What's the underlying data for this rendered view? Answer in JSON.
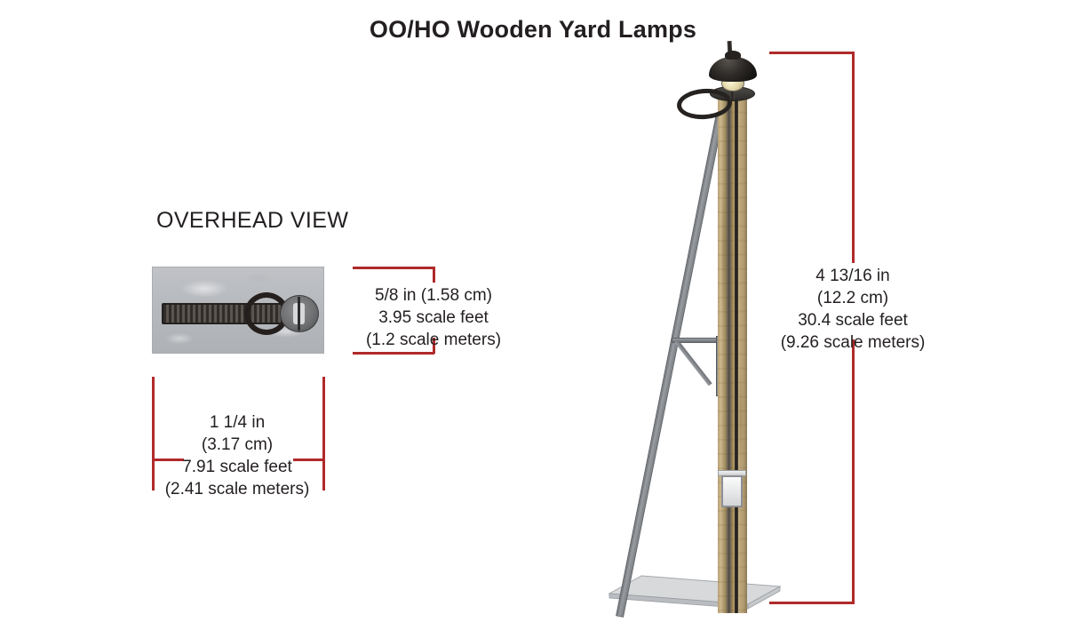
{
  "title": "OO/HO Wooden Yard Lamps",
  "overhead": {
    "label": "OVERHEAD VIEW",
    "icons": {
      "ladder": "ladder-top-icon",
      "ring": "ring-icon",
      "head": "lamp-head-icon"
    }
  },
  "dimensions": {
    "accent_color": "#b02a2a",
    "depth": {
      "name": "overhead-depth",
      "line1": "5/8 in (1.58 cm)",
      "line2": "3.95 scale feet",
      "line3": "(1.2 scale meters)"
    },
    "width": {
      "name": "overhead-width",
      "line1": "1 1/4 in",
      "line2": "(3.17 cm)",
      "line3": "7.91 scale feet",
      "line4": "(2.41 scale meters)"
    },
    "height": {
      "name": "lamp-height",
      "line1": "4 13/16 in",
      "line2": "(12.2 cm)",
      "line3": "30.4 scale feet",
      "line4": "(9.26 scale meters)"
    }
  },
  "illustration": {
    "name": "wooden-yard-lamp-render",
    "parts": {
      "pole": "wooden-pole",
      "ladder": "diagonal-ladder-rail",
      "bracket": "ladder-support-bracket",
      "lamp_head": "lamp-shade",
      "bulb": "lamp-bulb",
      "ring": "pole-top-ring",
      "electrical_box": "electrical-box",
      "base": "concrete-base-slab"
    }
  }
}
